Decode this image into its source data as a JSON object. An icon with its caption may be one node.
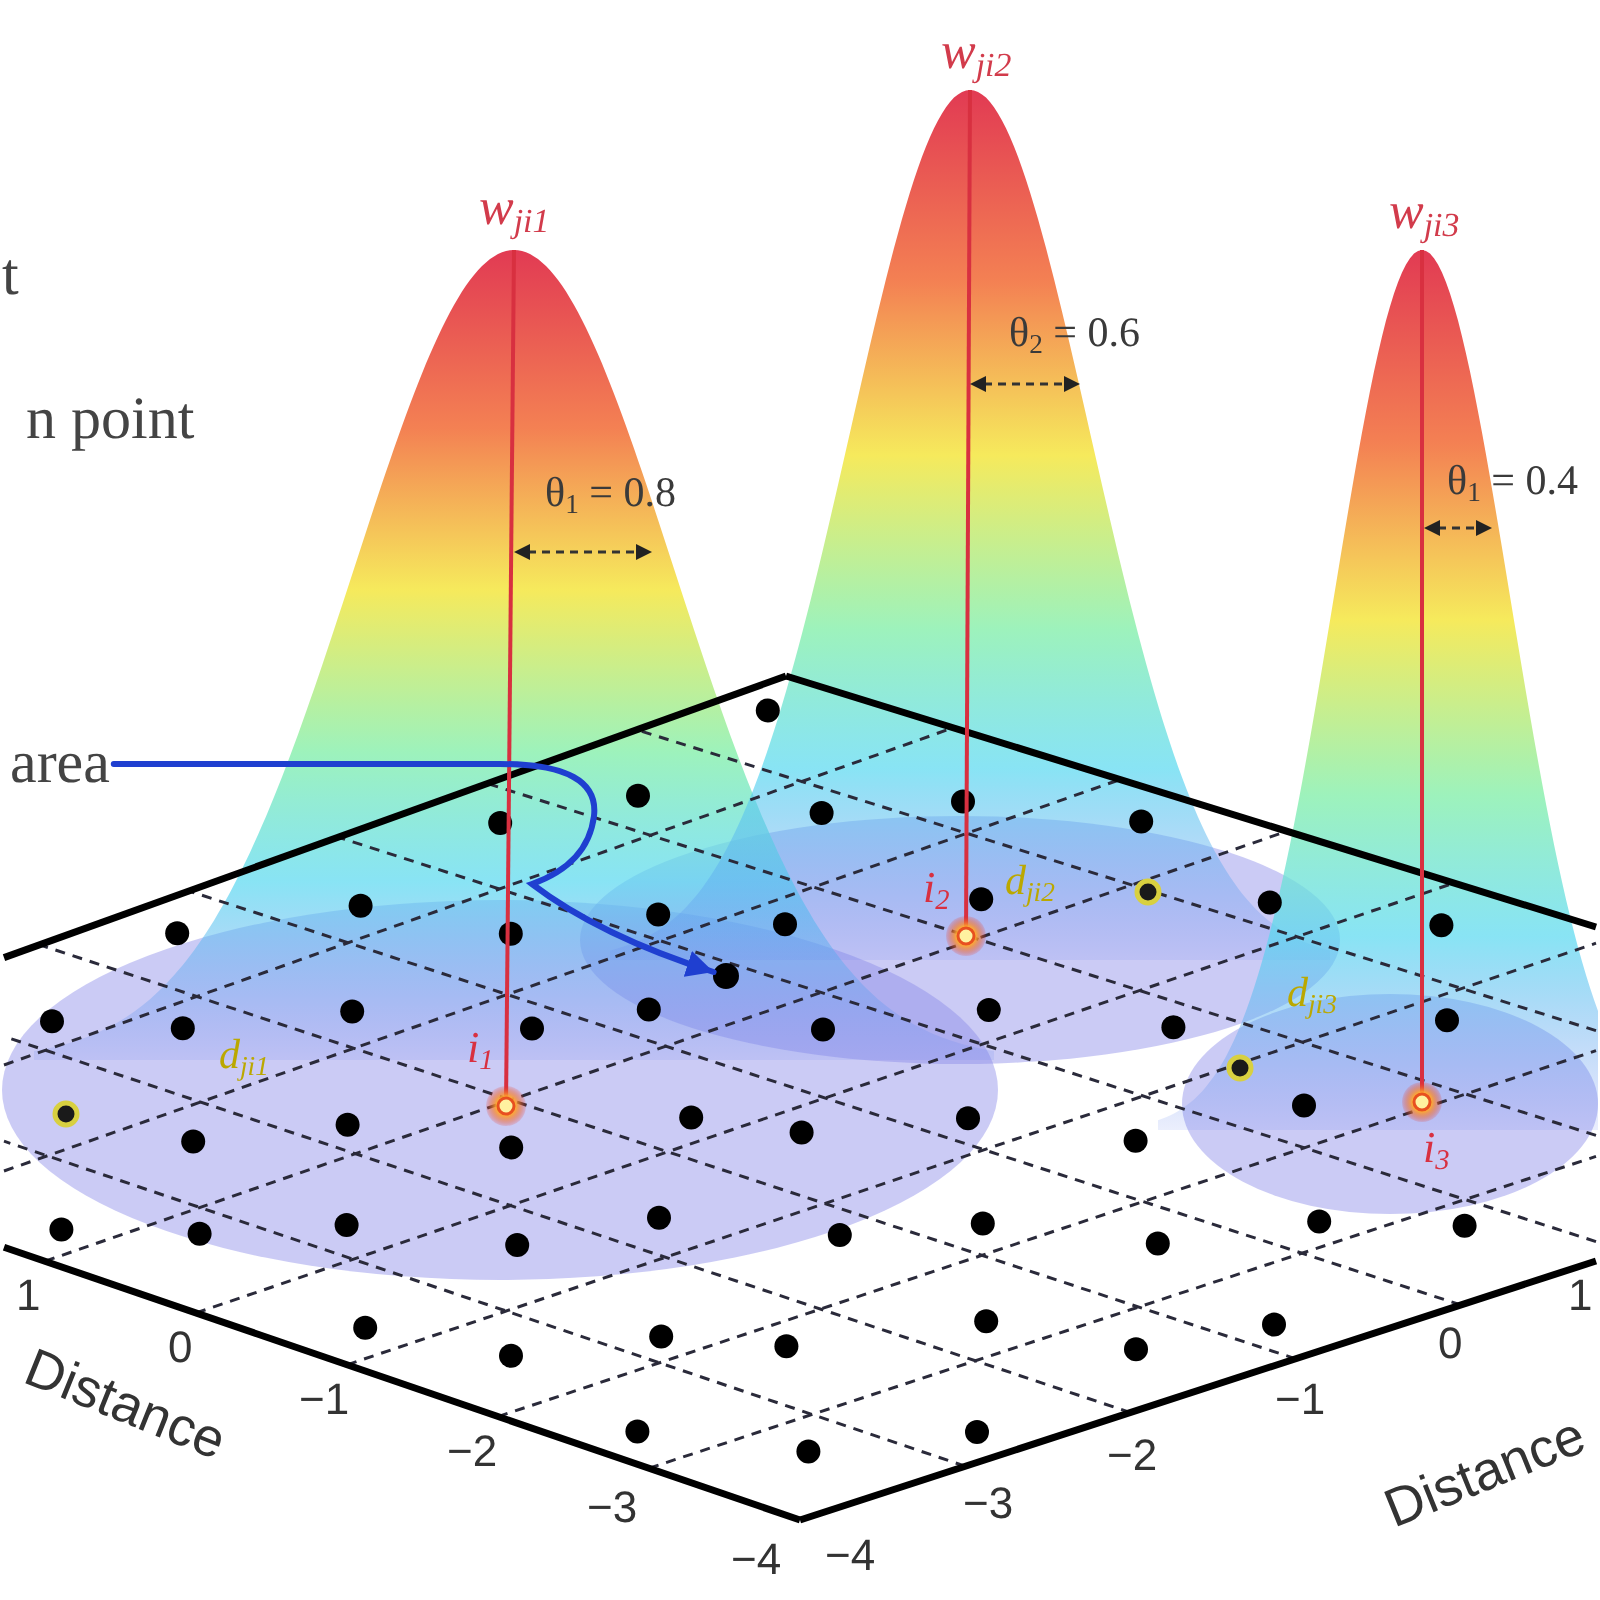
{
  "diagram": {
    "nodes": [
      {
        "text": [
          "area"
        ]
      },
      {
        "text": [],
        "shape": "circle"
      }
    ],
    "edges": [
      {
        "from": 0,
        "to": 1,
        "arrow": "to"
      }
    ],
    "labels": [
      "w$_{ji2}$",
      "w$_{ji1}$",
      "w$_{ji3}$",
      "t",
      "θ$_{2}$ = 0.6",
      "n point",
      "θ$_{1}$ = 0.8",
      "θ$_{1}$ = 0.4",
      "i$_{2}$",
      "d$_{ji2}$",
      "d$_{ji3}$",
      "d$_{ji1}$",
      "i$_{1}$",
      "i$_{3}$",
      "1",
      "1",
      "0",
      "0",
      "Distance",
      "−1",
      "−1",
      "−2",
      "−2",
      "Distance",
      "−3",
      "−3",
      "−4",
      "−4"
    ]
  }
}
